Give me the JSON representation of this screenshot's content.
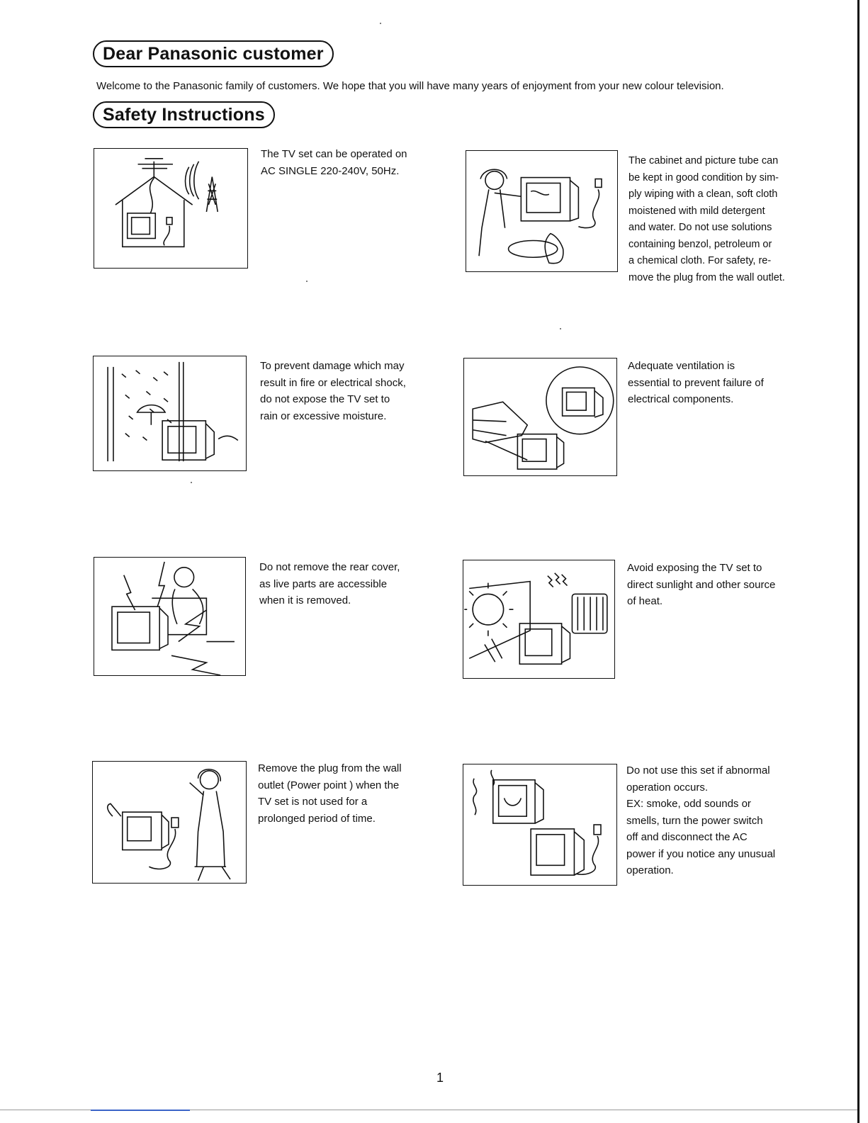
{
  "header": {
    "title": "Dear Panasonic customer",
    "welcome": "Welcome to the Panasonic family of customers. We hope that you will have many years of enjoyment from your new colour television.",
    "section_title": "Safety Instructions"
  },
  "instructions": [
    {
      "text": "The TV set can be operated on\nAC SINGLE 220-240V, 50Hz.",
      "icon": "house-antenna-icon"
    },
    {
      "text": "The cabinet and picture tube can\nbe kept in good condition by sim-\nply wiping with a clean, soft cloth\nmoistened with mild detergent\nand water. Do not use solutions\ncontaining benzol, petroleum or\na chemical cloth. For safety, re-\nmove the plug from the wall outlet.",
      "icon": "woman-cleaning-tv-icon"
    },
    {
      "text": "To prevent damage which may\nresult in fire or electrical shock,\ndo not expose the TV set to\nrain or excessive moisture.",
      "icon": "tv-in-rain-icon"
    },
    {
      "text": "Adequate ventilation is\nessential to prevent failure of\nelectrical components.",
      "icon": "tv-ventilation-icon"
    },
    {
      "text": "Do not remove the rear cover,\nas live parts are accessible\nwhen it is removed.",
      "icon": "electric-shock-icon"
    },
    {
      "text": "Avoid exposing the TV set to\ndirect sunlight and other source\nof heat.",
      "icon": "sun-heater-tv-icon"
    },
    {
      "text": "Remove the plug from the wall\noutlet (Power point ) when the\nTV set is not used for a\nprolonged period of time.",
      "icon": "woman-unplugging-tv-icon"
    },
    {
      "text": "Do not use this set if abnormal\noperation occurs.\nEX: smoke, odd sounds or\nsmells, turn the power switch\noff and disconnect the AC\npower if you notice any unusual\noperation.",
      "icon": "smoking-tv-icon"
    }
  ],
  "footer": {
    "page_number": "1"
  }
}
